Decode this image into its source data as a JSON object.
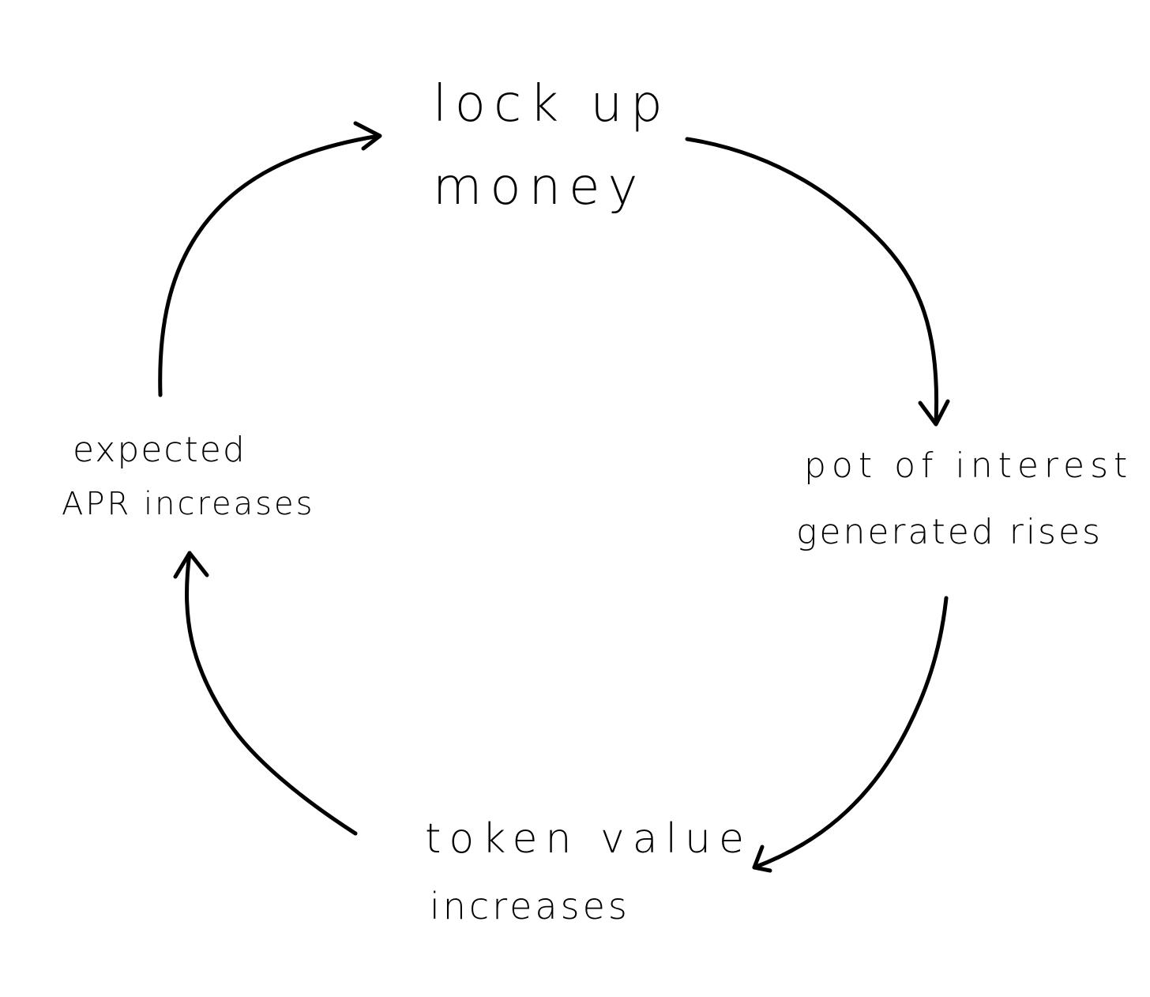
{
  "diagram": {
    "type": "cycle",
    "ink_color": "#000000",
    "background_color": "#ffffff",
    "nodes": [
      {
        "id": "lock-up-money",
        "lines": [
          "lock up",
          "money"
        ]
      },
      {
        "id": "pot-of-interest",
        "lines": [
          "pot of interest",
          "generated rises"
        ]
      },
      {
        "id": "token-value",
        "lines": [
          "token value",
          "increases"
        ]
      },
      {
        "id": "expected-apr",
        "lines": [
          "expected",
          "APR increases"
        ]
      }
    ],
    "edges": [
      {
        "from": "lock-up-money",
        "to": "pot-of-interest"
      },
      {
        "from": "pot-of-interest",
        "to": "token-value"
      },
      {
        "from": "token-value",
        "to": "expected-apr"
      },
      {
        "from": "expected-apr",
        "to": "lock-up-money"
      }
    ]
  }
}
